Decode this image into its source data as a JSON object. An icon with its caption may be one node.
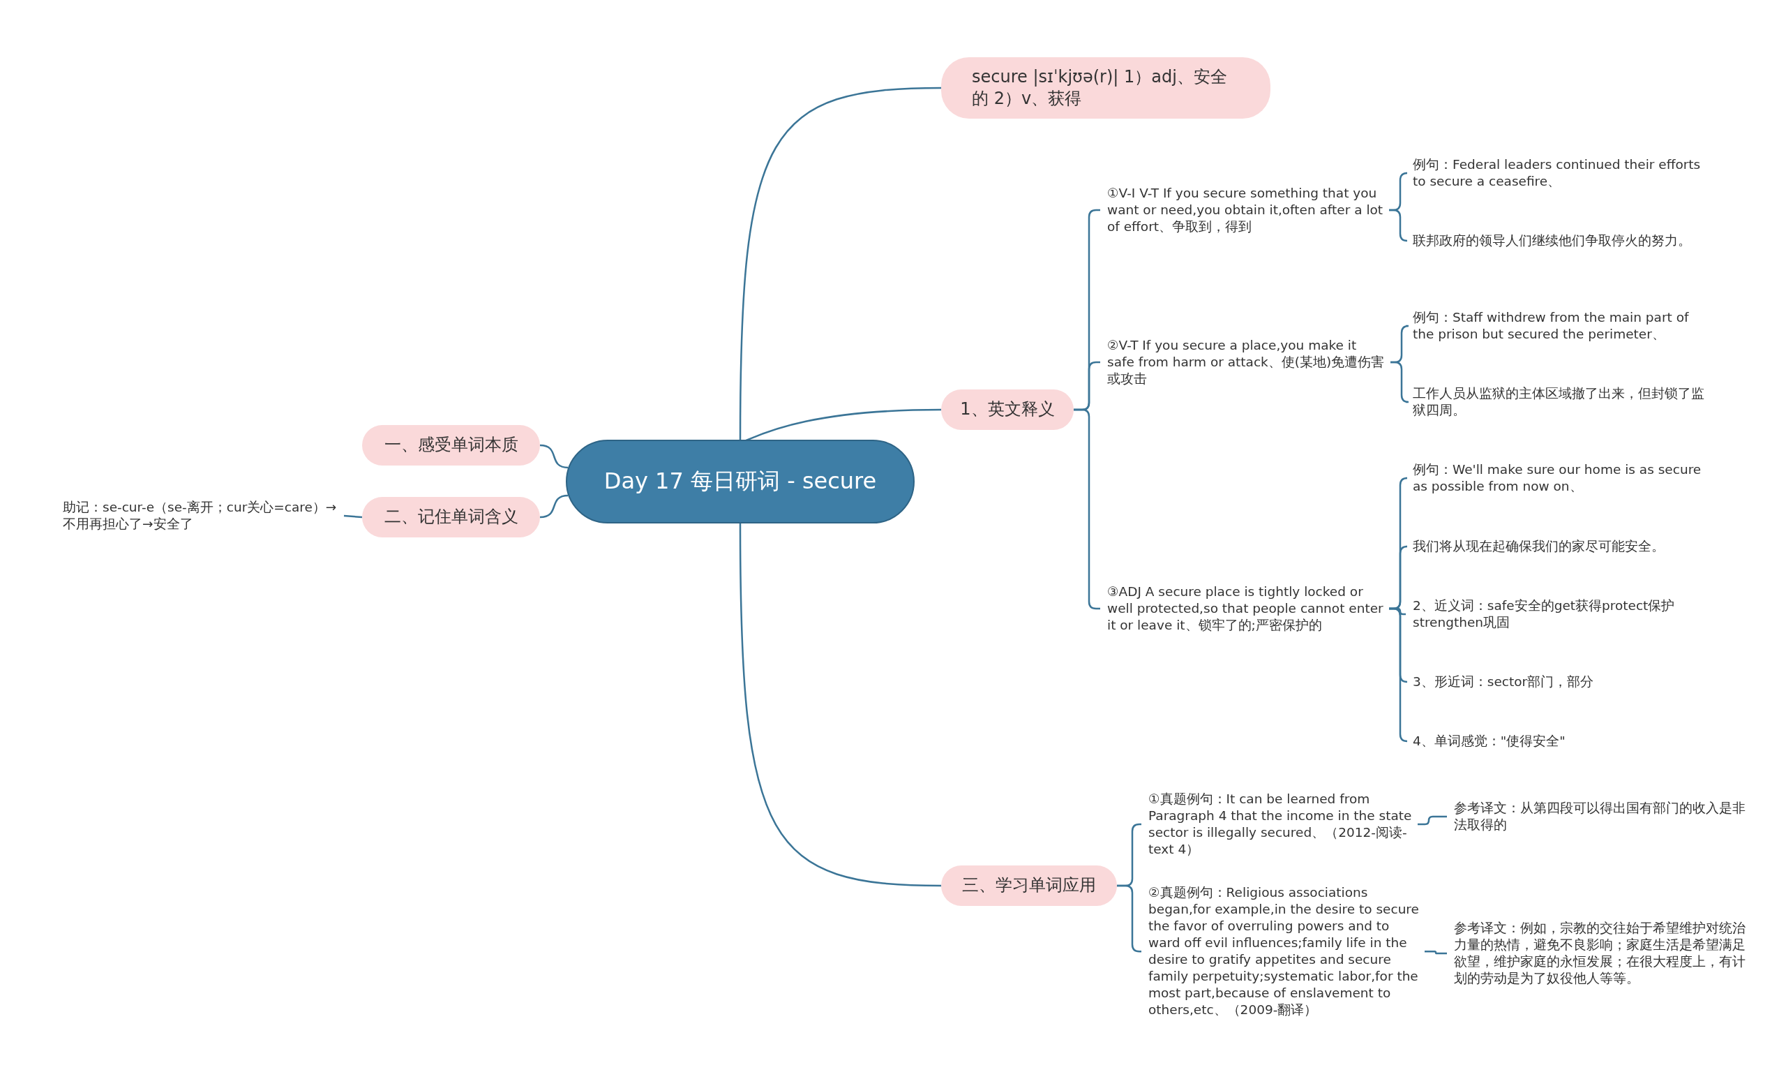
{
  "diagram": {
    "nodes": [
      {
        "text": [
          "Day 17 每日研词 - secure"
        ]
      },
      {
        "text": [
          "secure |sɪˈkjʊə(r)| 1）adj、安全的 2）v、获得"
        ]
      },
      {
        "text": [
          "1、英文释义"
        ]
      },
      {
        "text": [
          "①V-I V-T If you secure something that you want or need,you obtain it,often after a lot of effort、争取到，得到"
        ]
      },
      {
        "text": [
          "例句：Federal leaders continued their efforts to secure a ceasefire、"
        ]
      },
      {
        "text": [
          "联邦政府的领导人们继续他们争取停火的努力。"
        ]
      },
      {
        "text": [
          "②V-T If you secure a place,you make it safe from harm or attack、使(某地)免遭伤害或攻击"
        ]
      },
      {
        "text": [
          "例句：Staff withdrew from the main part of the prison but secured the perimeter、"
        ]
      },
      {
        "text": [
          "工作人员从监狱的主体区域撤了出来，但封锁了监狱四周。"
        ]
      },
      {
        "text": [
          "③ADJ A secure place is tightly locked or well protected,so that people cannot enter it or leave it、锁牢了的;严密保护的"
        ]
      },
      {
        "text": [
          "例句：We'll make sure our home is as secure as possible from now on、"
        ]
      },
      {
        "text": [
          "我们将从现在起确保我们的家尽可能安全。"
        ]
      },
      {
        "text": [
          "2、近义词：safe安全的get获得protect保护strengthen巩固"
        ]
      },
      {
        "text": [
          "3、形近词：sector部门，部分"
        ]
      },
      {
        "text": [
          "4、单词感觉：\"使得安全\""
        ]
      },
      {
        "text": [
          "三、学习单词应用"
        ]
      },
      {
        "text": [
          "①真题例句：It can be learned from Paragraph 4 that the income in the state sector is illegally secured、（2012-阅读-text 4）"
        ]
      },
      {
        "text": [
          "参考译文：从第四段可以得出国有部门的收入是非法取得的"
        ]
      },
      {
        "text": [
          "②真题例句：Religious associations began,for example,in the desire to secure the favor of overruling powers and to ward off evil influences;family life in the desire to gratify appetites and secure family perpetuity;systematic labor,for the most part,because of enslavement to others,etc、（2009-翻译）"
        ]
      },
      {
        "text": [
          "参考译文：例如，宗教的交往始于希望维护对统治力量的热情，避免不良影响；家庭生活是希望满足欲望，维护家庭的永恒发展；在很大程度上，有计划的劳动是为了奴役他人等等。"
        ]
      },
      {
        "text": [
          "一、感受单词本质"
        ]
      },
      {
        "text": [
          "二、记住单词含义"
        ]
      },
      {
        "text": [
          "助记：se-cur-e（se-离开；cur关心=care）→不用再担心了→安全了"
        ]
      }
    ],
    "edges": [
      {
        "from": 0,
        "to": 1,
        "arrow": "none"
      },
      {
        "from": 0,
        "to": 2,
        "arrow": "none"
      },
      {
        "from": 0,
        "to": 15,
        "arrow": "none"
      },
      {
        "from": 0,
        "to": 20,
        "arrow": "none"
      },
      {
        "from": 0,
        "to": 21,
        "arrow": "none"
      },
      {
        "from": 2,
        "to": 3,
        "arrow": "none"
      },
      {
        "from": 2,
        "to": 6,
        "arrow": "none"
      },
      {
        "from": 2,
        "to": 9,
        "arrow": "none"
      },
      {
        "from": 3,
        "to": 4,
        "arrow": "none"
      },
      {
        "from": 3,
        "to": 5,
        "arrow": "none"
      },
      {
        "from": 6,
        "to": 7,
        "arrow": "none"
      },
      {
        "from": 6,
        "to": 8,
        "arrow": "none"
      },
      {
        "from": 9,
        "to": 10,
        "arrow": "none"
      },
      {
        "from": 9,
        "to": 11,
        "arrow": "none"
      },
      {
        "from": 9,
        "to": 12,
        "arrow": "none"
      },
      {
        "from": 9,
        "to": 13,
        "arrow": "none"
      },
      {
        "from": 9,
        "to": 14,
        "arrow": "none"
      },
      {
        "from": 15,
        "to": 16,
        "arrow": "none"
      },
      {
        "from": 15,
        "to": 18,
        "arrow": "none"
      },
      {
        "from": 16,
        "to": 17,
        "arrow": "none"
      },
      {
        "from": 18,
        "to": 19,
        "arrow": "none"
      },
      {
        "from": 21,
        "to": 22,
        "arrow": "none"
      }
    ]
  }
}
